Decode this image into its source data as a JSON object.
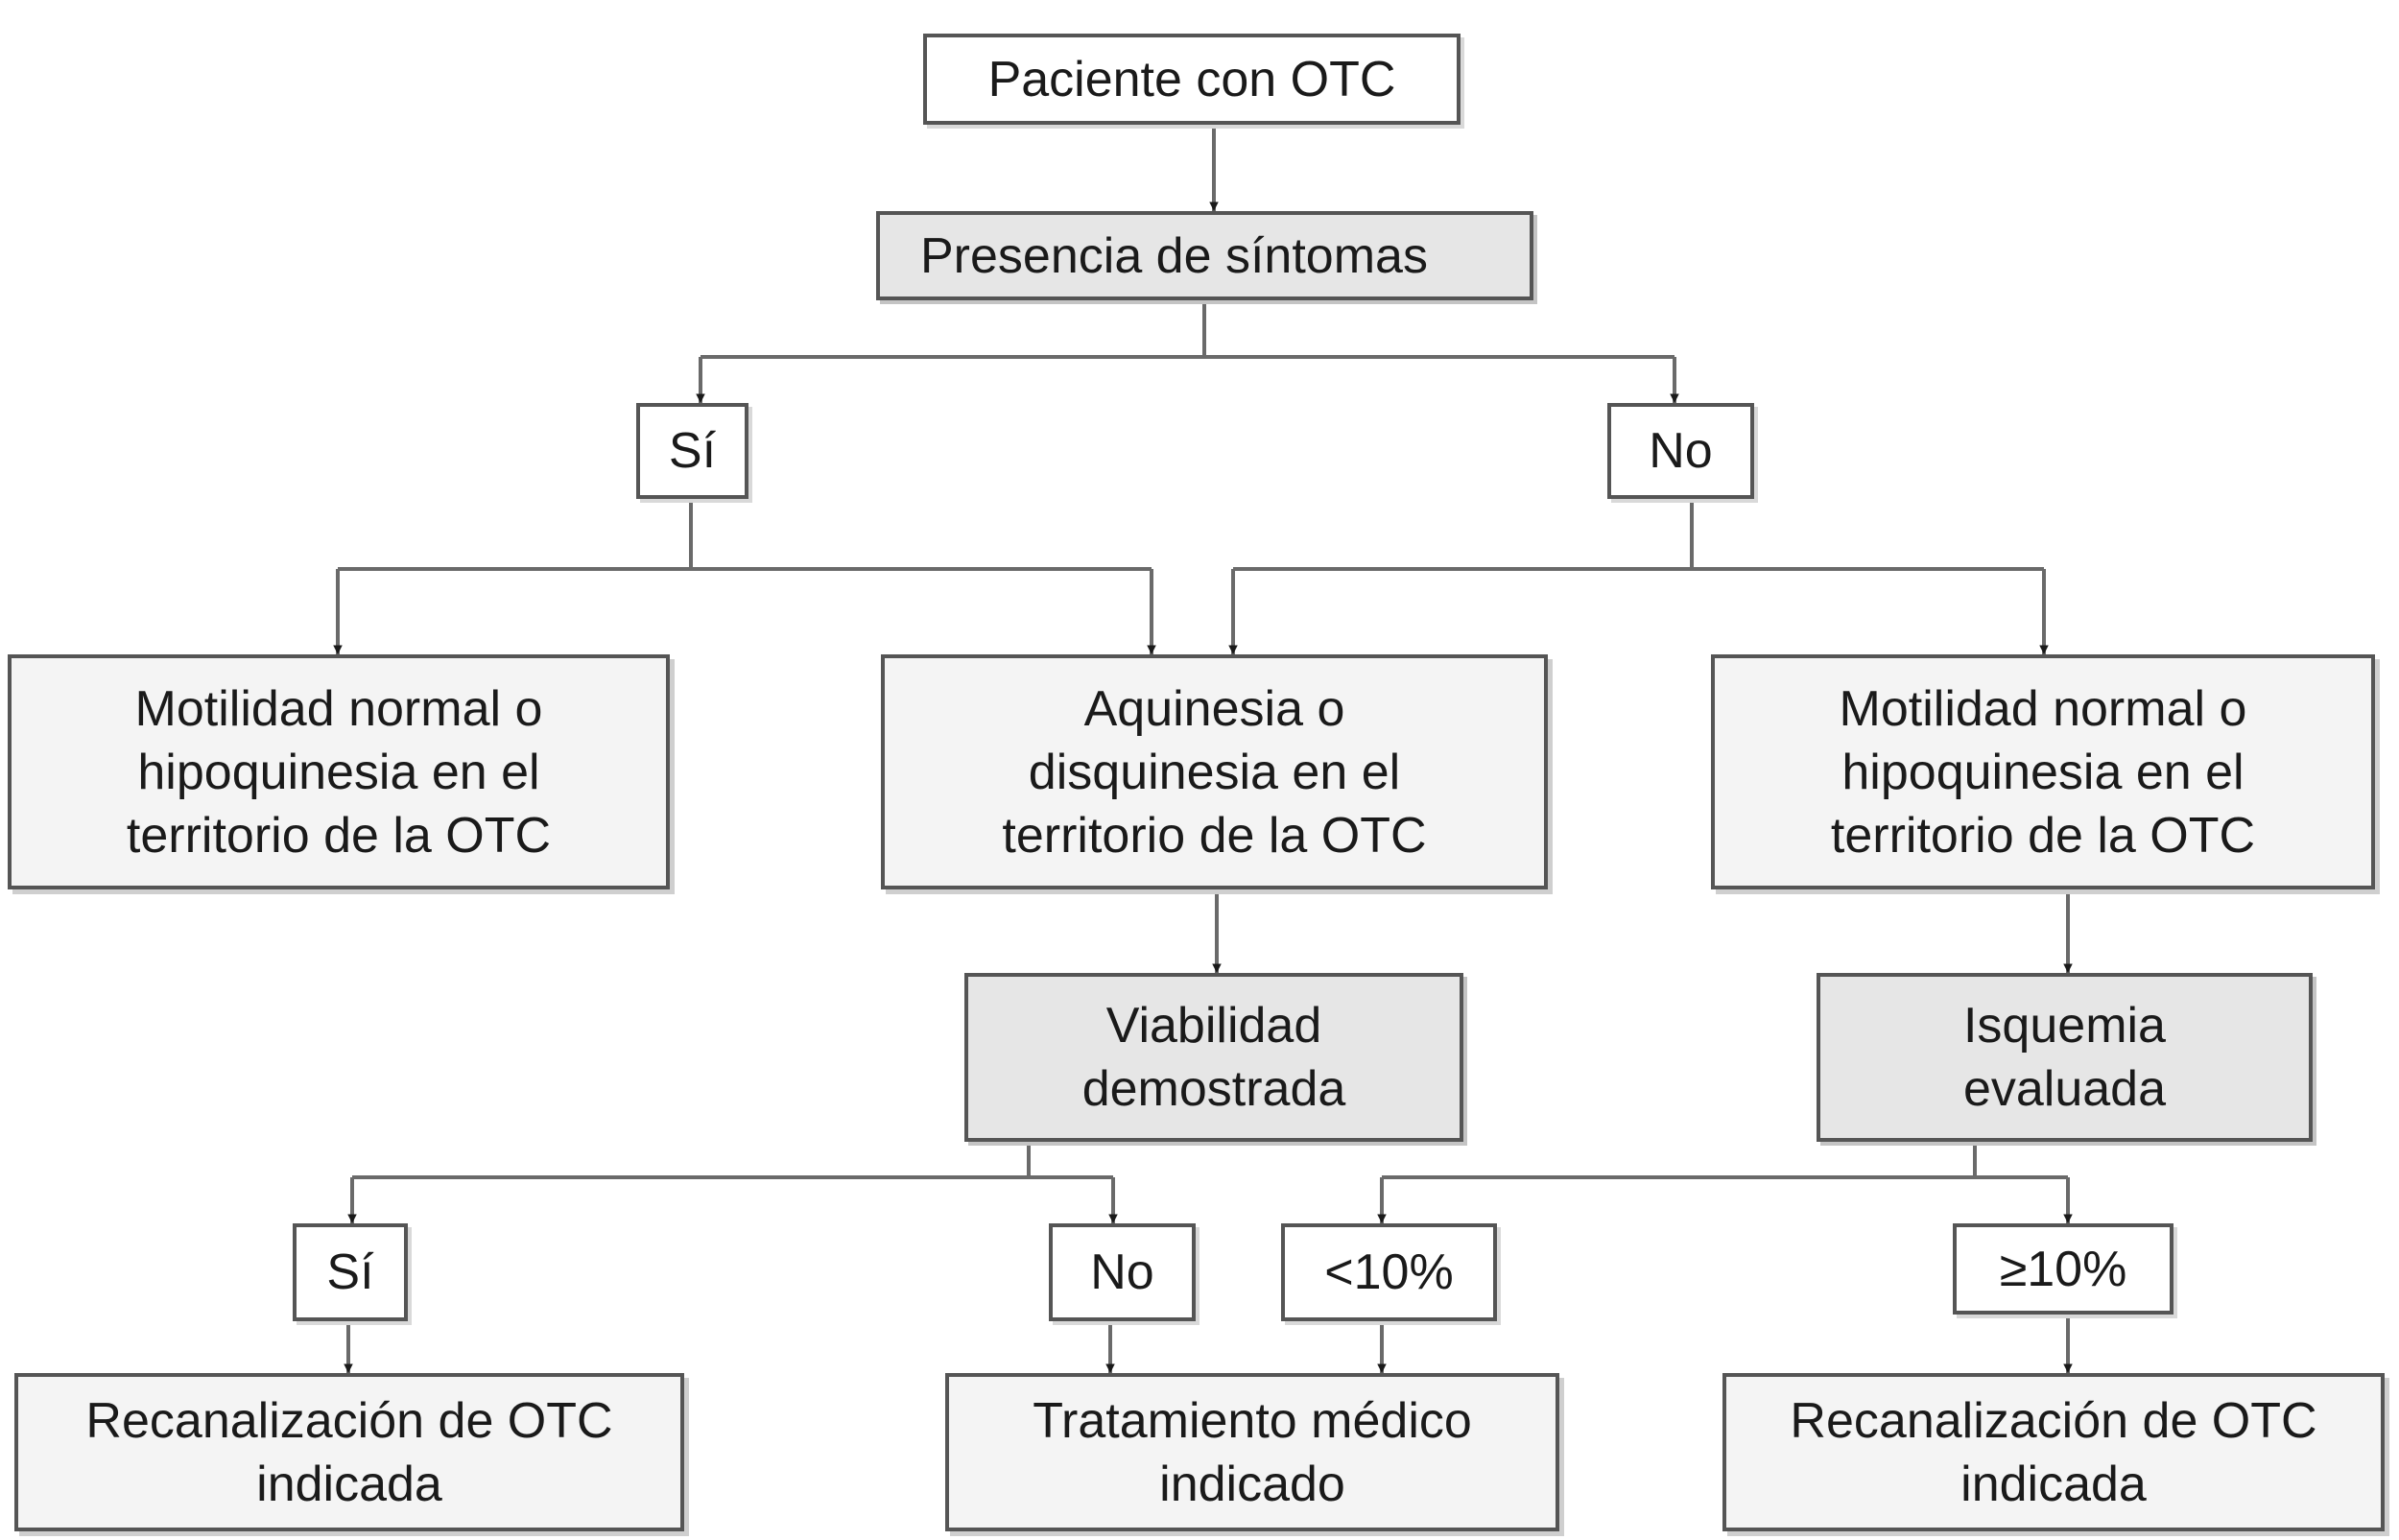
{
  "diagram": {
    "nodes": {
      "patient": "Paciente con OTC",
      "symptoms": "Presencia de síntomas",
      "yes_symptoms": "Sí",
      "no_symptoms": "No",
      "left_motility": "Motilidad normal o\nhipoquinesia en el\nterritorio de la OTC",
      "akinesia": "Aquinesia o\ndisquinesia en el\nterritorio de la OTC",
      "right_motility": "Motilidad normal o\nhipoquinesia en el\nterritorio de la OTC",
      "viability": "Viabilidad\ndemostrada",
      "ischemia": "Isquemia\nevaluada",
      "viability_yes": "Sí",
      "viability_no": "No",
      "ischemia_low": "<10%",
      "ischemia_high": "≥10%",
      "recan_left": "Recanalización de OTC\nindicada",
      "medical": "Tratamiento médico\nindicado",
      "recan_right": "Recanalización de OTC\nindicada"
    }
  }
}
